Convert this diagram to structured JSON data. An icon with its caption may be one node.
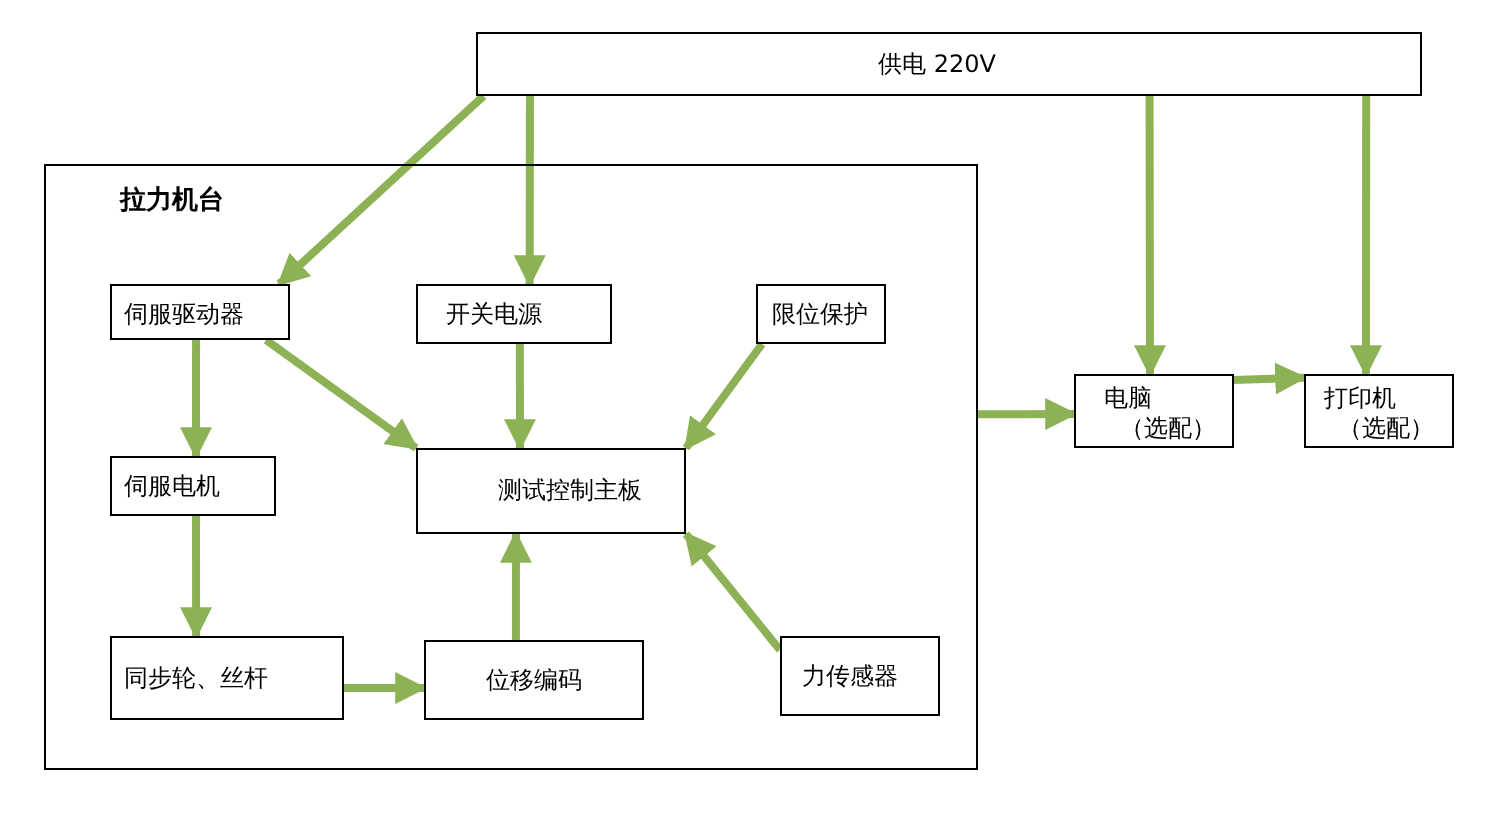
{
  "diagram": {
    "nodes": [
      {
        "text": [
          "供电 220V"
        ]
      },
      {
        "text": [
          "拉力机台"
        ]
      },
      {
        "text": [
          "伺服驱动器"
        ],
        "in": 1
      },
      {
        "text": [
          "开关电源"
        ],
        "in": 1
      },
      {
        "text": [
          "限位保护"
        ],
        "in": 1
      },
      {
        "text": [
          "伺服电机"
        ],
        "in": 1
      },
      {
        "text": [
          "测试控制主板"
        ],
        "in": 1
      },
      {
        "text": [
          "同步轮、丝杆"
        ],
        "in": 1
      },
      {
        "text": [
          "位移编码"
        ],
        "in": 1
      },
      {
        "text": [
          "力传感器"
        ],
        "in": 1
      },
      {
        "text": [
          "电脑",
          "（选配）"
        ]
      },
      {
        "text": [
          "打印机",
          "（选配）"
        ]
      }
    ],
    "edges": [
      {
        "from": 0,
        "to": 2,
        "arrow": "to"
      },
      {
        "from": 0,
        "to": 3,
        "arrow": "to"
      },
      {
        "from": 0,
        "to": 10,
        "arrow": "to"
      },
      {
        "from": 0,
        "to": 11,
        "arrow": "to"
      },
      {
        "from": 2,
        "to": 5,
        "arrow": "to"
      },
      {
        "from": 2,
        "to": 6,
        "arrow": "to"
      },
      {
        "from": 3,
        "to": 6,
        "arrow": "to"
      },
      {
        "from": 4,
        "to": 6,
        "arrow": "to"
      },
      {
        "from": 5,
        "to": 7,
        "arrow": "to"
      },
      {
        "from": 7,
        "to": 8,
        "arrow": "to"
      },
      {
        "from": 8,
        "to": 6,
        "arrow": "to"
      },
      {
        "from": 9,
        "to": 6,
        "arrow": "to"
      },
      {
        "from": 1,
        "to": 10,
        "arrow": "to"
      },
      {
        "from": 10,
        "to": 11,
        "arrow": "to"
      }
    ]
  }
}
